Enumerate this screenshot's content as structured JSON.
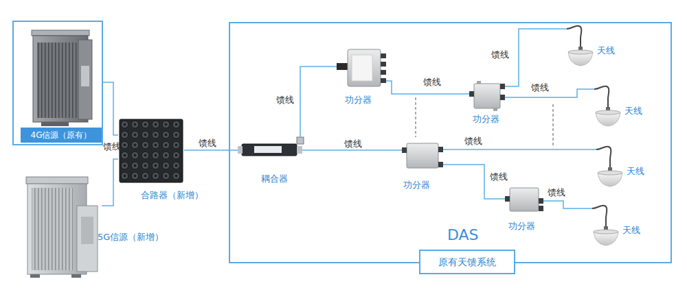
{
  "diagram": {
    "nodes": [
      {
        "text": [
          "4G信源（原有）"
        ]
      },
      {
        "text": [
          "5G信源（新增）"
        ]
      },
      {
        "text": [
          "合路器（新增）"
        ]
      },
      {
        "text": [
          "DAS",
          "原有天馈系统"
        ]
      },
      {
        "text": [
          "耦合器"
        ],
        "in": 3
      },
      {
        "text": [
          "功分器"
        ],
        "in": 3
      },
      {
        "text": [
          "功分器"
        ],
        "in": 3
      },
      {
        "text": [
          "天线"
        ],
        "in": 3
      },
      {
        "text": [
          "天线"
        ],
        "in": 3
      },
      {
        "text": [
          "功分器"
        ],
        "in": 3
      },
      {
        "text": [
          "天线"
        ],
        "in": 3
      },
      {
        "text": [
          "功分器"
        ],
        "in": 3
      },
      {
        "text": [
          "天线"
        ],
        "in": 3
      }
    ],
    "edges": [
      {
        "from": 0,
        "to": 2,
        "arrow": "none",
        "label": "馈线"
      },
      {
        "from": 1,
        "to": 2,
        "arrow": "none"
      },
      {
        "from": 2,
        "to": 4,
        "arrow": "none",
        "label": "馈线"
      },
      {
        "from": 4,
        "to": 5,
        "arrow": "none",
        "label": "馈线"
      },
      {
        "from": 4,
        "to": 9,
        "arrow": "none",
        "label": "馈线"
      },
      {
        "from": 5,
        "to": 6,
        "arrow": "none",
        "label": "馈线"
      },
      {
        "from": 6,
        "to": 7,
        "arrow": "none",
        "label": "馈线"
      },
      {
        "from": 6,
        "to": 8,
        "arrow": "none",
        "label": "馈线"
      },
      {
        "from": 9,
        "to": 10,
        "arrow": "none",
        "label": "馈线"
      },
      {
        "from": 9,
        "to": 11,
        "arrow": "none",
        "label": "馈线"
      },
      {
        "from": 11,
        "to": 12,
        "arrow": "none",
        "label": "馈线"
      }
    ]
  }
}
